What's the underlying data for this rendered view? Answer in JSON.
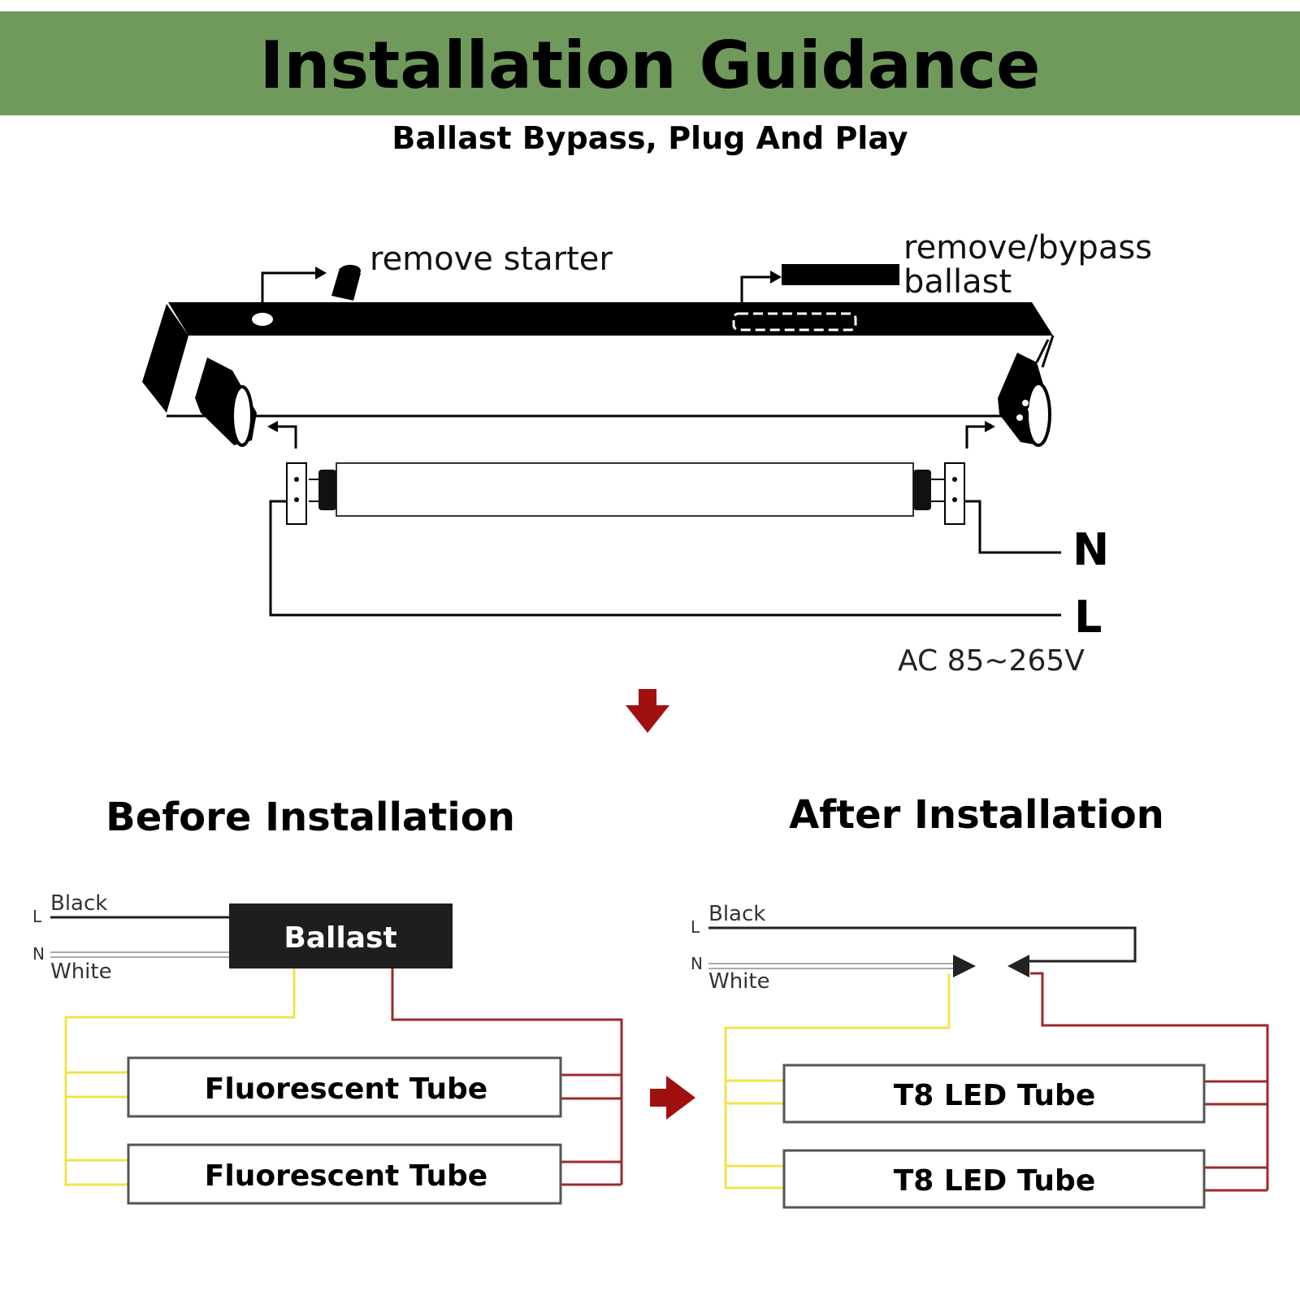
{
  "header": {
    "title": "Installation Guidance",
    "subtitle": "Ballast Bypass, Plug And Play",
    "bg_color": "#6f9a5c"
  },
  "fixture": {
    "starter_label": "remove starter",
    "ballast_label_line1": "remove/bypass",
    "ballast_label_line2": "ballast",
    "neutral_label": "N",
    "live_label": "L",
    "voltage_label": "AC 85~265V"
  },
  "before": {
    "heading": "Before Installation",
    "l_label": "L",
    "n_label": "N",
    "black_label": "Black",
    "white_label": "White",
    "ballast_label": "Ballast",
    "tubes": [
      "Fluorescent Tube",
      "Fluorescent Tube"
    ]
  },
  "after": {
    "heading": "After Installation",
    "l_label": "L",
    "n_label": "N",
    "black_label": "Black",
    "white_label": "White",
    "tubes": [
      "T8 LED Tube",
      "T8 LED Tube"
    ]
  },
  "colors": {
    "arrow": "#a01010",
    "yellow_wire": "#f2e34a",
    "red_wire": "#9e2a2a",
    "header_bg": "#6f9a5c"
  },
  "icons": {
    "down_arrow": "down-arrow-icon",
    "right_arrow": "right-arrow-icon",
    "starter": "starter-icon"
  }
}
